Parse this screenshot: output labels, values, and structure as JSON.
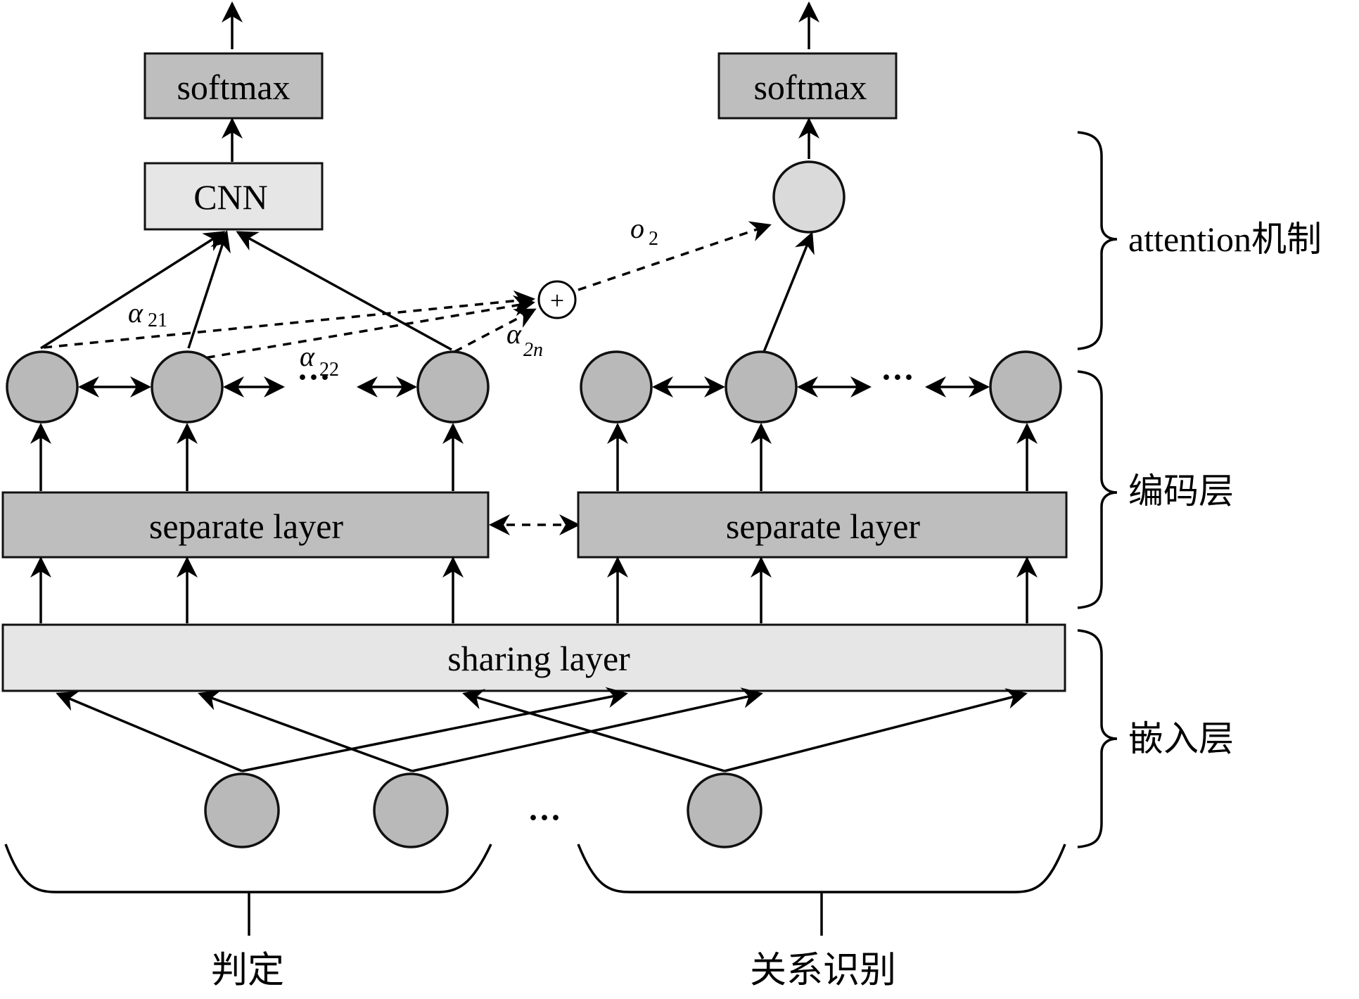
{
  "left_branch": {
    "softmax_label": "softmax",
    "cnn_label": "CNN",
    "separate_label": "separate layer",
    "weights": {
      "a21": {
        "symbol": "α",
        "sub": "21"
      },
      "a22": {
        "symbol": "α",
        "sub": "22"
      },
      "a2n": {
        "symbol": "α",
        "sub": "2n"
      }
    },
    "dots": "···"
  },
  "right_branch": {
    "softmax_label": "softmax",
    "separate_label": "separate layer",
    "o2": {
      "symbol": "o",
      "sub": "2"
    },
    "dots": "···"
  },
  "sharing_label": "sharing layer",
  "input_dots": "···",
  "sum_symbol": "+",
  "side_labels": {
    "attention": "attention机制",
    "encoding": "编码层",
    "embedding": "嵌入层"
  },
  "bottom_labels": {
    "judgement": "判定",
    "relation": "关系识别"
  }
}
